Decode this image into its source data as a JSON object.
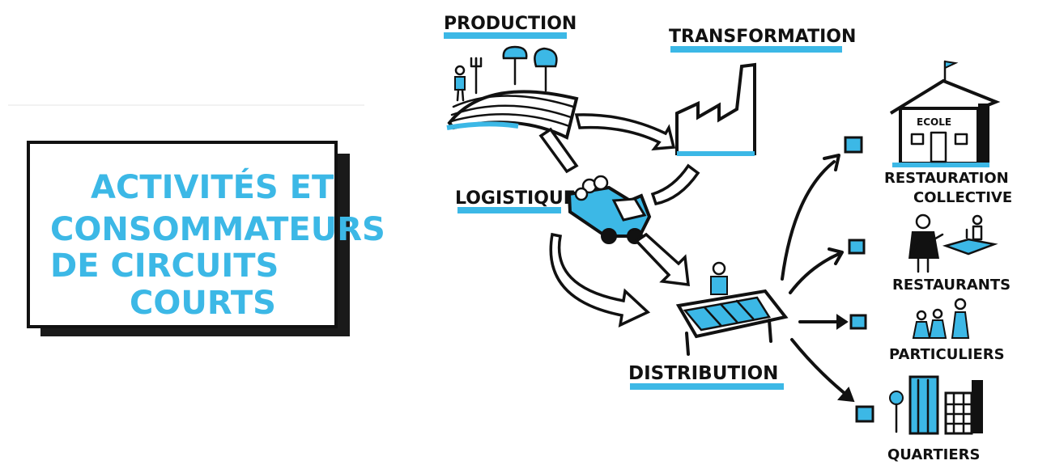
{
  "title": {
    "line1": "ACTIVITÉS ET",
    "line2": "CONSOMMATEURS",
    "line3": "DE CIRCUITS",
    "line4": "COURTS"
  },
  "stages": {
    "production": "PRODUCTION",
    "transformation": "TRANSFORMATION",
    "logistique": "LOGISTIQUE",
    "distribution": "DISTRIBUTION"
  },
  "school_sign": "ECOLE",
  "consumers": {
    "restauration_line1": "RESTAURATION",
    "restauration_line2": "COLLECTIVE",
    "restaurants": "RESTAURANTS",
    "particuliers": "PARTICULIERS",
    "quartiers": "QUARTIERS"
  },
  "colors": {
    "accent": "#3cb8e6",
    "ink": "#111111"
  }
}
